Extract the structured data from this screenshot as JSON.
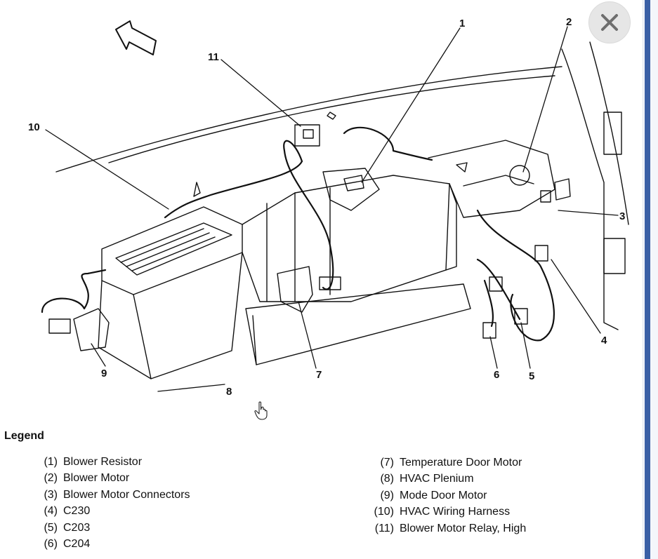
{
  "diagram": {
    "callouts": [
      {
        "id": "1",
        "label": "1"
      },
      {
        "id": "2",
        "label": "2"
      },
      {
        "id": "3",
        "label": "3"
      },
      {
        "id": "4",
        "label": "4"
      },
      {
        "id": "5",
        "label": "5"
      },
      {
        "id": "6",
        "label": "6"
      },
      {
        "id": "7",
        "label": "7"
      },
      {
        "id": "8",
        "label": "8"
      },
      {
        "id": "9",
        "label": "9"
      },
      {
        "id": "10",
        "label": "10"
      },
      {
        "id": "11",
        "label": "11"
      }
    ]
  },
  "legend": {
    "title": "Legend",
    "left": [
      {
        "num": "(1)",
        "text": "Blower Resistor"
      },
      {
        "num": "(2)",
        "text": "Blower Motor"
      },
      {
        "num": "(3)",
        "text": "Blower Motor Connectors"
      },
      {
        "num": "(4)",
        "text": "C230"
      },
      {
        "num": "(5)",
        "text": "C203"
      },
      {
        "num": "(6)",
        "text": "C204"
      }
    ],
    "right": [
      {
        "num": "(7)",
        "text": "Temperature Door Motor"
      },
      {
        "num": "(8)",
        "text": "HVAC Plenium"
      },
      {
        "num": "(9)",
        "text": "Mode Door Motor"
      },
      {
        "num": "(10)",
        "text": "HVAC Wiring Harness"
      },
      {
        "num": "(11)",
        "text": "Blower Motor Relay, High"
      }
    ]
  },
  "controls": {
    "close_icon": "close-icon",
    "cursor_icon": "hand-pointer-icon"
  },
  "colors": {
    "scrollbar": "#3a5fa6",
    "close_bg": "#e6e6e6"
  }
}
